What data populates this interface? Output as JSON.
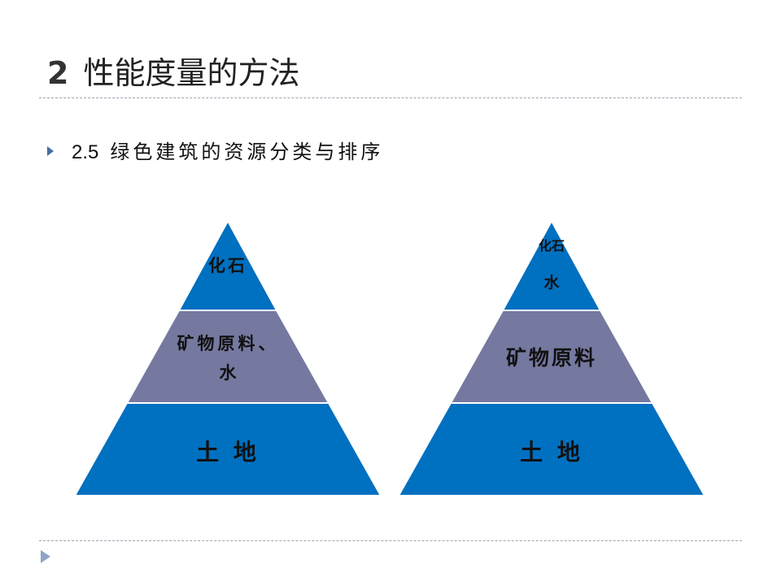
{
  "header": {
    "number": "2",
    "title": "性能度量的方法"
  },
  "bullet": {
    "number": "2.5",
    "text": "绿色建筑的资源分类与排序"
  },
  "pyramids": [
    {
      "top": [
        "化石"
      ],
      "middle": [
        "矿物原料、",
        "水"
      ],
      "bottom": [
        "土 地"
      ]
    },
    {
      "top": [
        "化石",
        "水"
      ],
      "middle": [
        "矿物原料"
      ],
      "bottom": [
        "土 地"
      ]
    }
  ],
  "colors": {
    "blue": "#0070c0",
    "slate": "#7579a0",
    "title": "#222222",
    "accent": "#4a6fa5"
  }
}
